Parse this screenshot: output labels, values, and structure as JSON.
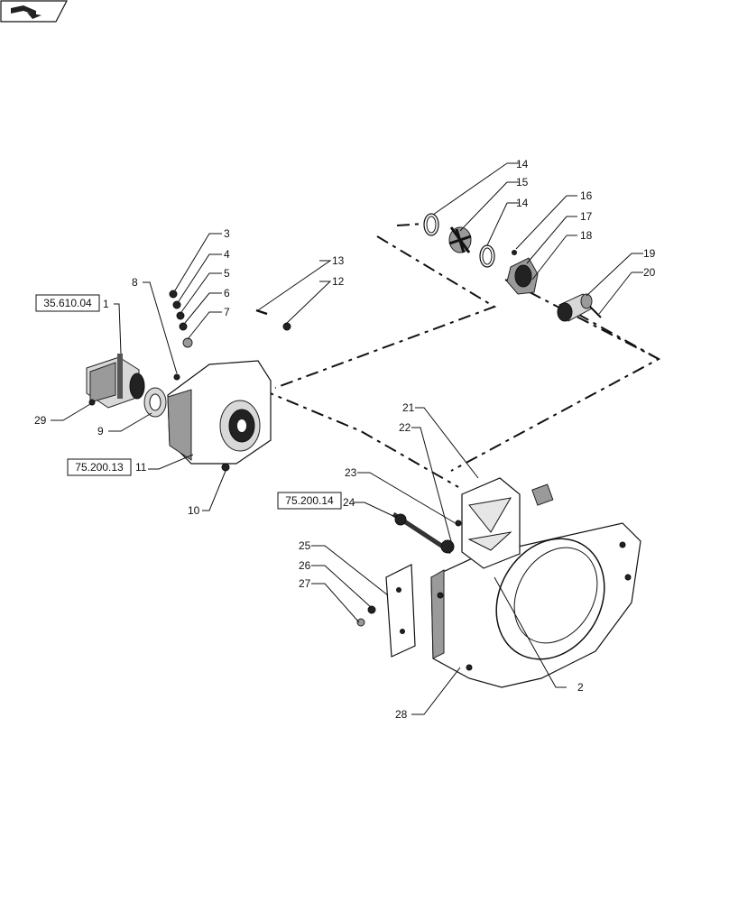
{
  "nav": {
    "icon": "book-page-icon"
  },
  "refs": {
    "r1": "35.610.04",
    "r11": "75.200.13",
    "r24": "75.200.14"
  },
  "callouts": {
    "c1": "1",
    "c2": "2",
    "c3": "3",
    "c4": "4",
    "c5": "5",
    "c6": "6",
    "c7": "7",
    "c8": "8",
    "c9": "9",
    "c10": "10",
    "c11": "11",
    "c12": "12",
    "c13": "13",
    "c14a": "14",
    "c14b": "14",
    "c15": "15",
    "c16": "16",
    "c17": "17",
    "c18": "18",
    "c19": "19",
    "c20": "20",
    "c21": "21",
    "c22": "22",
    "c23": "23",
    "c24": "24",
    "c25": "25",
    "c26": "26",
    "c27": "27",
    "c28": "28",
    "c29": "29"
  }
}
